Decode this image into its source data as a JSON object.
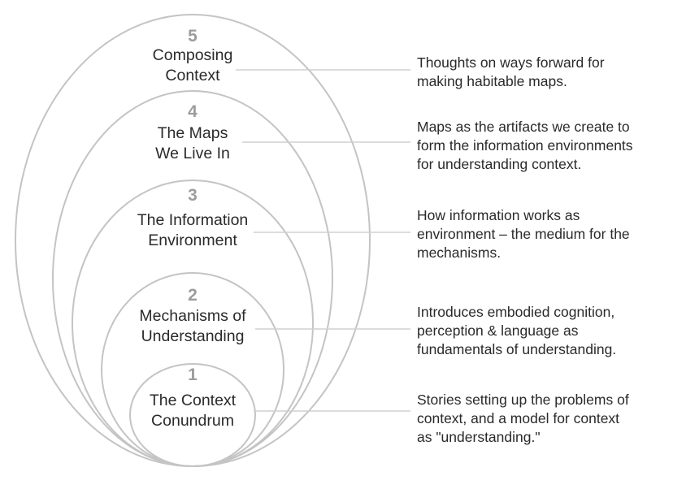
{
  "parts": [
    {
      "number": "1",
      "title": [
        "The Context",
        "Conundrum"
      ],
      "description": [
        "Stories setting up the problems of",
        "context, and a model for context",
        "as \"understanding.\""
      ]
    },
    {
      "number": "2",
      "title": [
        "Mechanisms of",
        "Understanding"
      ],
      "description": [
        "Introduces embodied cognition,",
        "perception & language as",
        "fundamentals of understanding."
      ]
    },
    {
      "number": "3",
      "title": [
        "The Information",
        "Environment"
      ],
      "description": [
        "How information works as",
        "environment – the medium for the",
        "mechanisms."
      ]
    },
    {
      "number": "4",
      "title": [
        "The Maps",
        "We Live In"
      ],
      "description": [
        "Maps as the artifacts we create to",
        "form the information environments",
        "for understanding context."
      ]
    },
    {
      "number": "5",
      "title": [
        "Composing",
        "Context"
      ],
      "description": [
        "Thoughts on ways forward for",
        "making habitable maps."
      ]
    }
  ]
}
